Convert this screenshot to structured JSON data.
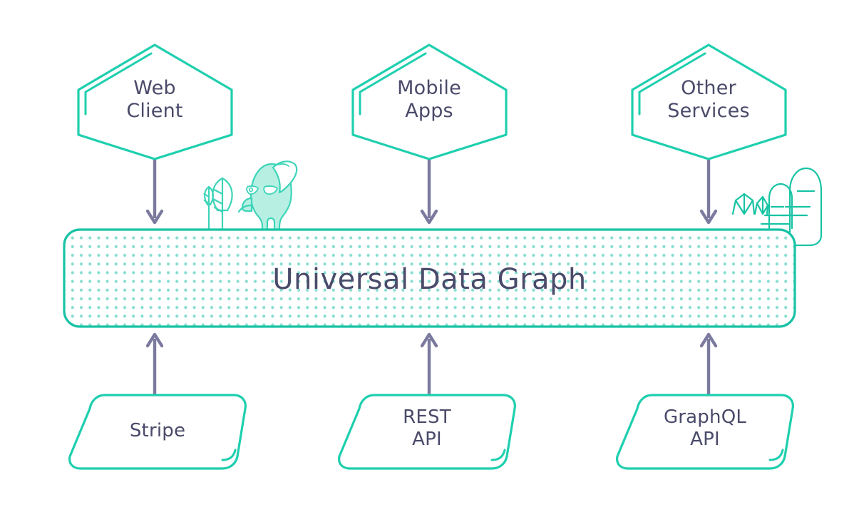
{
  "diagram": {
    "title": "Universal Data Graph",
    "palette": {
      "teal": "#1ecfae",
      "teal_dark": "#17c3a4",
      "mint_fill": "#b7f0e3",
      "dot_teal": "#86ded0",
      "arrow_purple": "#7b7a9e",
      "text_dark": "#4a4a6a",
      "background": "#ffffff"
    },
    "clients": [
      {
        "label": "Web\nClient",
        "shape": "hexagon",
        "name": "web-client"
      },
      {
        "label": "Mobile\nApps",
        "shape": "hexagon",
        "name": "mobile-apps"
      },
      {
        "label": "Other\nServices",
        "shape": "hexagon",
        "name": "other-services"
      }
    ],
    "graph_bar": {
      "label": "Universal Data Graph",
      "fill_pattern": "dotted",
      "shape": "rounded-rectangle"
    },
    "sources": [
      {
        "label": "Stripe",
        "shape": "rounded-skew-box",
        "name": "stripe"
      },
      {
        "label": "REST\nAPI",
        "shape": "rounded-skew-box",
        "name": "rest-api"
      },
      {
        "label": "GraphQL\nAPI",
        "shape": "rounded-skew-box",
        "name": "graphql-api"
      }
    ],
    "connectors": [
      {
        "from": "web-client",
        "to": "universal-data-graph",
        "direction": "down"
      },
      {
        "from": "mobile-apps",
        "to": "universal-data-graph",
        "direction": "down"
      },
      {
        "from": "other-services",
        "to": "universal-data-graph",
        "direction": "down"
      },
      {
        "from": "stripe",
        "to": "universal-data-graph",
        "direction": "up"
      },
      {
        "from": "rest-api",
        "to": "universal-data-graph",
        "direction": "up"
      },
      {
        "from": "graphql-api",
        "to": "universal-data-graph",
        "direction": "up"
      }
    ],
    "decorations": [
      {
        "name": "ghost-creature",
        "side": "left"
      },
      {
        "name": "tree-small",
        "side": "left"
      },
      {
        "name": "tree-large",
        "side": "left"
      },
      {
        "name": "crystal-cluster",
        "side": "right"
      },
      {
        "name": "rock-small",
        "side": "right"
      },
      {
        "name": "rock-large",
        "side": "right"
      }
    ]
  }
}
